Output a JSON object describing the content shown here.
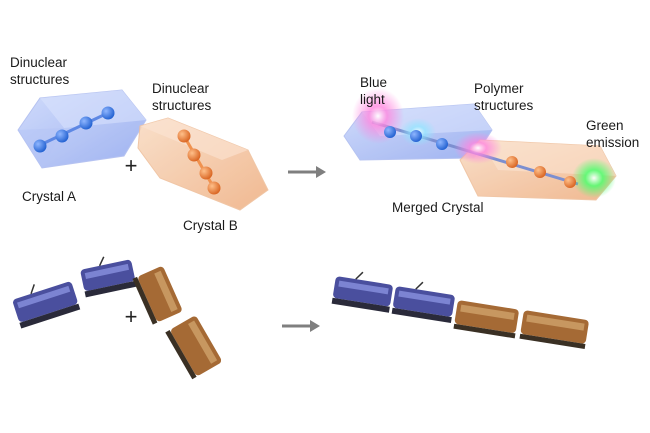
{
  "labels": {
    "dinuclear_a": "Dinuclear\nstructures",
    "dinuclear_b": "Dinuclear\nstructures",
    "crystal_a": "Crystal A",
    "crystal_b": "Crystal B",
    "blue_light": "Blue\nlight",
    "polymer": "Polymer\nstructures",
    "green_emission": "Green\nemission",
    "merged": "Merged Crystal",
    "plus_top": "+",
    "plus_bottom": "+"
  },
  "colors": {
    "crystal_blue": "#9fb4f2",
    "crystal_orange": "#f4c09a",
    "atom_blue": "#2f6fdc",
    "atom_orange": "#e8752f",
    "arrow_gray": "#7f7f7f",
    "glow_pink": "#ff7fd8",
    "glow_green": "#5cff7a",
    "train_blue": "#4a4f9e",
    "train_brown": "#a56a35"
  },
  "icons": [
    "crystal-a-icon",
    "crystal-b-icon",
    "merged-crystal-icon",
    "train-icon"
  ]
}
